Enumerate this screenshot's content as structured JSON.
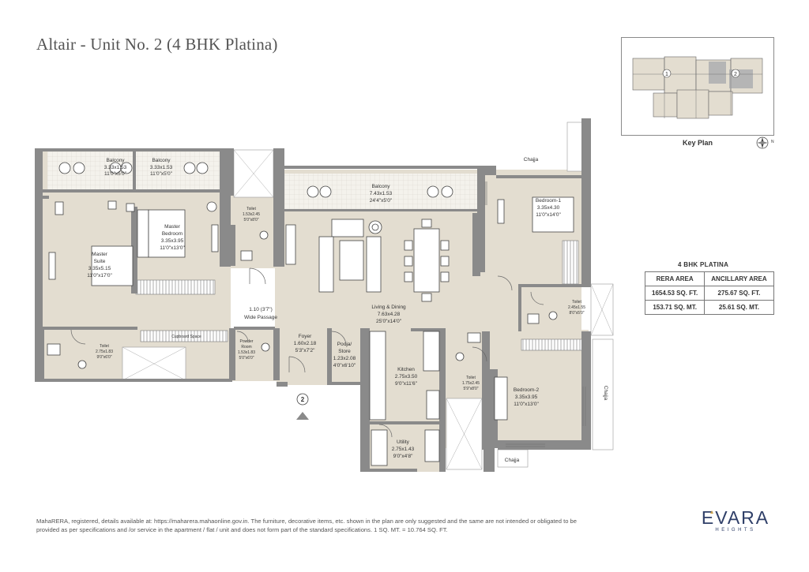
{
  "title": "Altair - Unit No. 2 (4 BHK Platina)",
  "key_plan": {
    "label": "Key Plan",
    "marker_1": "1",
    "marker_2": "2",
    "compass_letter": "N"
  },
  "area_table": {
    "title": "4 BHK PLATINA",
    "headers": [
      "RERA AREA",
      "ANCILLARY AREA"
    ],
    "rows": [
      [
        "1654.53 SQ. FT.",
        "275.67 SQ. FT."
      ],
      [
        "153.71 SQ. MT.",
        "25.61 SQ. MT."
      ]
    ]
  },
  "rooms": {
    "balcony_1": {
      "name": "Balcony",
      "m": "3.33x1.53",
      "ft": "11'0\"x5'0\""
    },
    "balcony_2": {
      "name": "Balcony",
      "m": "3.33x1.53",
      "ft": "11'0\"x5'0\""
    },
    "balcony_3": {
      "name": "Balcony",
      "m": "7.43x1.53",
      "ft": "24'4\"x5'0\""
    },
    "chajja_top": {
      "name": "Chajja"
    },
    "chajja_right": {
      "name": "Chajja"
    },
    "chajja_bottom": {
      "name": "Chajja"
    },
    "toilet_master": {
      "name": "Toilet",
      "m": "1.53x2.45",
      "ft": "5'0\"x8'0\""
    },
    "master_bedroom": {
      "line1": "Master",
      "line2": "Bedroom",
      "m": "3.35x3.95",
      "ft": "11'0\"x13'0\""
    },
    "master_suite": {
      "line1": "Master",
      "line2": "Suite",
      "m": "3.35x5.15",
      "ft": "11'0\"x17'0\""
    },
    "bedroom_1": {
      "name": "Bedroom-1",
      "m": "3.35x4.30",
      "ft": "11'0\"x14'0\""
    },
    "toilet_b1": {
      "name": "Toilet",
      "m": "2.45x1.55",
      "ft": "8'0\"x5'0\""
    },
    "living": {
      "name": "Living & Dining",
      "m": "7.63x4.28",
      "ft": "25'0\"x14'0\""
    },
    "passage": {
      "line1": "1.10 (3'7\")",
      "line2": "Wide Passage"
    },
    "cupboard": {
      "name": "Cupboard Space"
    },
    "toilet_suite": {
      "name": "Toilet",
      "m": "2.75x1.83",
      "ft": "9'0\"x6'0\""
    },
    "powder": {
      "line1": "Powder",
      "line2": "Room",
      "m": "1.53x1.83",
      "ft": "5'0\"x6'0\""
    },
    "foyer": {
      "name": "Foyer",
      "m": "1.60x2.18",
      "ft": "5'3\"x7'2\""
    },
    "pooja": {
      "line1": "Pooja/",
      "line2": "Store",
      "m": "1.23x2.08",
      "ft": "4'0\"x6'10\""
    },
    "kitchen": {
      "name": "Kitchen",
      "m": "2.75x3.50",
      "ft": "9'0\"x11'6\""
    },
    "toilet_b2": {
      "name": "Toilet",
      "m": "1.75x2.45",
      "ft": "5'9\"x8'0\""
    },
    "bedroom_2": {
      "name": "Bedroom-2",
      "m": "3.35x3.95",
      "ft": "11'0\"x13'0\""
    },
    "utility": {
      "name": "Utility",
      "m": "2.75x1.43",
      "ft": "9'0\"x4'8\""
    },
    "unit_marker": "2"
  },
  "footer": "MahaRERA, registered, details available at: https://maharera.mahaonline.gov.in. The furniture, decorative items, etc. shown in the plan are only suggested and the same are not intended or obligated to be provided as per specifications and /or service in the apartment / flat / unit and does not form part of the standard specifications. 1 SQ. MT. = 10.764 SQ. FT.",
  "logo": {
    "main": "EVARA",
    "sub": "HEIGHTS"
  },
  "colors": {
    "floor": "#e3ddd0",
    "wall": "#8a8a8a",
    "tile": "#ffffff",
    "accent": "#c9a04c",
    "logo": "#2f3f68"
  }
}
